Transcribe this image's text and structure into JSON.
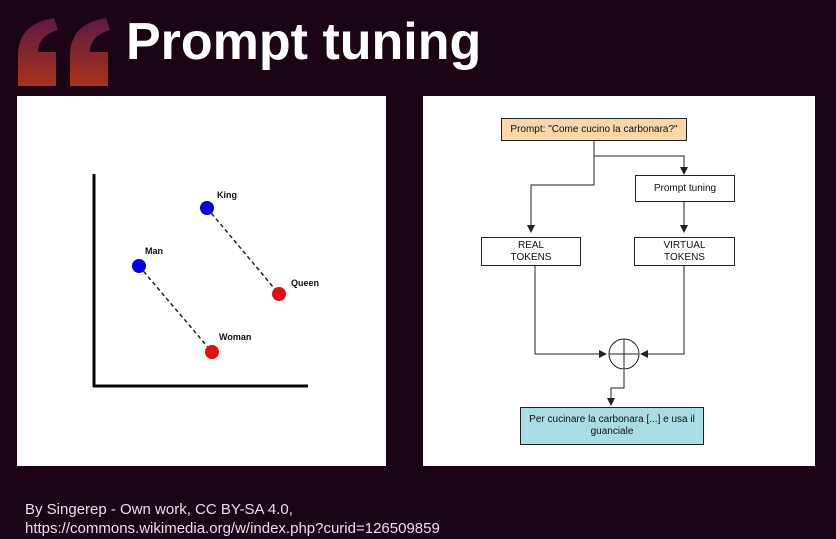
{
  "slide": {
    "title": "Prompt tuning",
    "accent_colors": {
      "quote_top": "#6b1b3a",
      "quote_bottom": "#a8321c",
      "background": "#1b0414"
    },
    "caption_line1": "By Singerep - Own work, CC BY-SA 4.0,",
    "caption_line2": "https://commons.wikimedia.org/w/index.php?curid=126509859"
  },
  "embedding_plot": {
    "points": [
      {
        "label": "King",
        "color": "#0000e0"
      },
      {
        "label": "Queen",
        "color": "#e01010"
      },
      {
        "label": "Man",
        "color": "#0000e0"
      },
      {
        "label": "Woman",
        "color": "#e01010"
      }
    ]
  },
  "flowchart": {
    "prompt": "Prompt: \"Come cucino la carbonara?\"",
    "prompt_tuning": "Prompt tuning",
    "real_tokens_1": "REAL",
    "real_tokens_2": "TOKENS",
    "virtual_tokens_1": "VIRTUAL",
    "virtual_tokens_2": "TOKENS",
    "output_1": "Per cucinare la carbonara [...] e usa il",
    "output_2": "guanciale",
    "colors": {
      "prompt_fill": "#f9d7a8",
      "output_fill": "#a8dde3"
    }
  }
}
